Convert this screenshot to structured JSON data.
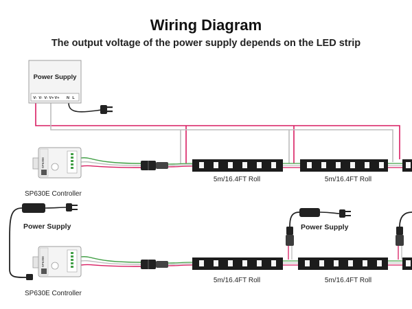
{
  "header": {
    "title": "Wiring Diagram",
    "subtitle": "The output voltage of the power supply depends on the LED strip"
  },
  "top_section": {
    "power_supply_label": "Power Supply",
    "terminals": [
      "V-",
      "V-",
      "V-",
      "V+",
      "V+",
      "",
      "N",
      "L"
    ],
    "controller_label": "SP630E Controller",
    "controller_side_text": "SP630E",
    "roll_labels": [
      "5m/16.4FT Roll",
      "5m/16.4FT Roll"
    ]
  },
  "bottom_section": {
    "left_adapter_label": "Power Supply",
    "right_adapter_label": "Power Supply",
    "controller_label": "SP630E Controller",
    "controller_side_text": "SP630E",
    "roll_labels": [
      "5m/16.4FT Roll",
      "5m/16.4FT Roll"
    ]
  },
  "colors": {
    "red_wire": "#d81b60",
    "gray_wire": "#bdbdbd",
    "green_wire": "#43a047",
    "strip_body": "#1c1c1c",
    "led_chip": "#f5f5f5",
    "device_fill": "#f4f4f4",
    "device_stroke": "#9e9e9e"
  }
}
